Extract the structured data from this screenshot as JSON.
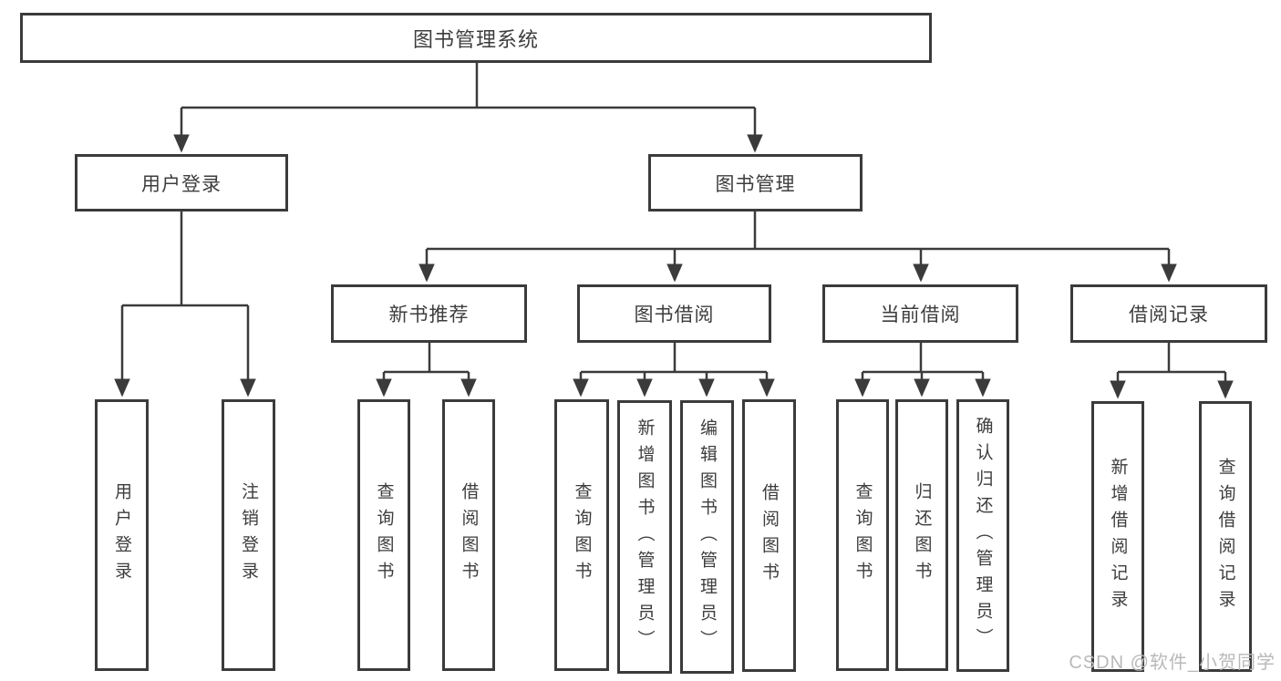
{
  "tree": {
    "root": "图书管理系统",
    "level2": [
      "用户登录",
      "图书管理"
    ],
    "level3": [
      "新书推荐",
      "图书借阅",
      "当前借阅",
      "借阅记录"
    ],
    "leaves": {
      "login": [
        "用户登录",
        "注销登录"
      ],
      "recommend": [
        "查询图书",
        "借阅图书"
      ],
      "borrow": [
        "查询图书",
        "新增图书（管理员）",
        "编辑图书（管理员）",
        "借阅图书"
      ],
      "current": [
        "查询图书",
        "归还图书",
        "确认归还（管理员）"
      ],
      "records": [
        "新增借阅记录",
        "查询借阅记录"
      ]
    }
  },
  "watermark": "CSDN @软件_小贺同学",
  "colors": {
    "line": "#3b3b3b",
    "text": "#3d3d3d",
    "watermark": "#b9b9b9",
    "background": "#ffffff"
  }
}
